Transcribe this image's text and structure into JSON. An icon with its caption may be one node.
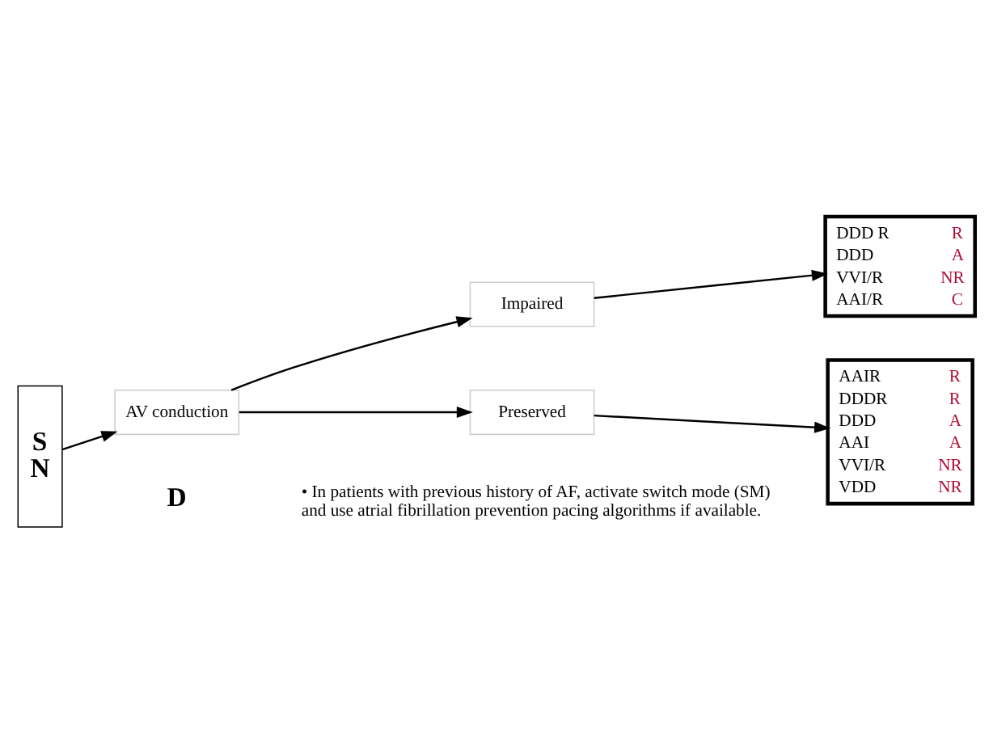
{
  "diagram": {
    "nodes": [
      {
        "text": [
          "S N"
        ]
      },
      {
        "text": [
          "AV conduction"
        ]
      },
      {
        "text": [
          "Impaired"
        ]
      },
      {
        "text": [
          "Preserved"
        ]
      },
      {
        "text": [
          "DDD R",
          "R",
          "DDD",
          "A",
          "VVI/R",
          "NR",
          "AAI/R",
          "C"
        ]
      },
      {
        "text": [
          "AAIR",
          "R",
          "DDDR",
          "R",
          "DDD",
          "A",
          "AAI",
          "A",
          "VVI/R",
          "NR",
          "VDD",
          "NR"
        ]
      }
    ],
    "edges": [
      {
        "from": 0,
        "to": 1,
        "arrow": "to"
      },
      {
        "from": 1,
        "to": 2,
        "arrow": "to"
      },
      {
        "from": 1,
        "to": 3,
        "arrow": "to"
      },
      {
        "from": 2,
        "to": 4,
        "arrow": "to"
      },
      {
        "from": 3,
        "to": 5,
        "arrow": "to"
      }
    ],
    "labels": [
      "D",
      "• In patients with previous history of AF, activate switch mode (SM) and use atrial fibrillation prevention pacing algorithms if available."
    ]
  }
}
